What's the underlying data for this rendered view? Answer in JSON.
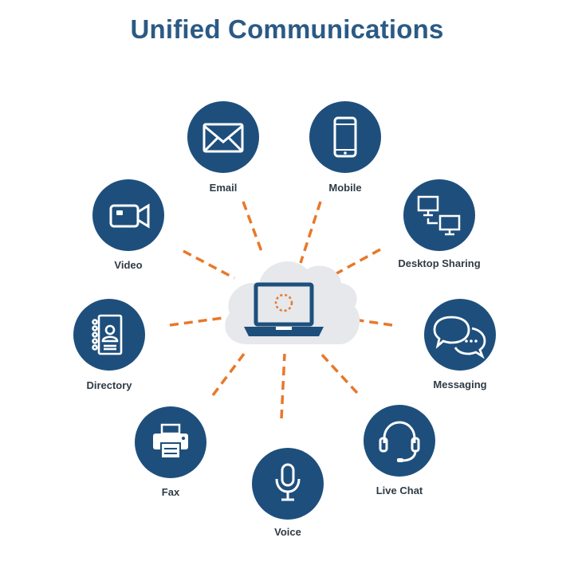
{
  "title": "Unified Communications",
  "colors": {
    "node": "#1e4f7c",
    "connector": "#e8782a",
    "cloud": "#e6e8eb",
    "title": "#2b5a84"
  },
  "hub": {
    "icon": "laptop-cloud-icon"
  },
  "nodes": [
    {
      "label": "Email",
      "icon": "envelope-icon"
    },
    {
      "label": "Mobile",
      "icon": "smartphone-icon"
    },
    {
      "label": "Desktop Sharing",
      "icon": "desktop-sharing-icon"
    },
    {
      "label": "Messaging",
      "icon": "chat-bubbles-icon"
    },
    {
      "label": "Live Chat",
      "icon": "headset-icon"
    },
    {
      "label": "Voice",
      "icon": "microphone-icon"
    },
    {
      "label": "Fax",
      "icon": "fax-icon"
    },
    {
      "label": "Directory",
      "icon": "address-book-icon"
    },
    {
      "label": "Video",
      "icon": "video-camera-icon"
    }
  ]
}
